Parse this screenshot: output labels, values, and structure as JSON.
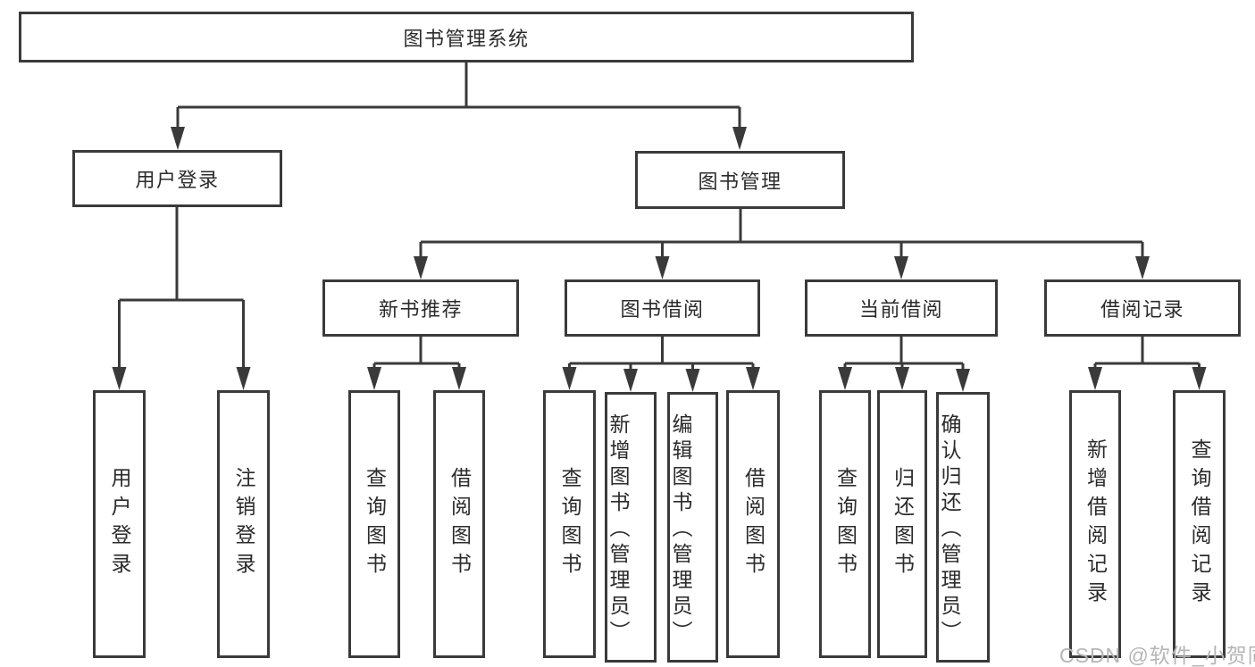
{
  "diagram": {
    "type": "hierarchy-tree",
    "orientation": "top-down",
    "line_color": "#3a3a3a",
    "text_color": "#2b2b2b",
    "background_color": "#ffffff"
  },
  "tree": {
    "label": "图书管理系统",
    "children": [
      {
        "label": "用户登录",
        "children": [
          {
            "label": "用户登录"
          },
          {
            "label": "注销登录"
          }
        ]
      },
      {
        "label": "图书管理",
        "children": [
          {
            "label": "新书推荐",
            "children": [
              {
                "label": "查询图书"
              },
              {
                "label": "借阅图书"
              }
            ]
          },
          {
            "label": "图书借阅",
            "children": [
              {
                "label": "查询图书"
              },
              {
                "label": "新增图书（管理员）"
              },
              {
                "label": "编辑图书（管理员）"
              },
              {
                "label": "借阅图书"
              }
            ]
          },
          {
            "label": "当前借阅",
            "children": [
              {
                "label": "查询图书"
              },
              {
                "label": "归还图书"
              },
              {
                "label": "确认归还（管理员）"
              }
            ]
          },
          {
            "label": "借阅记录",
            "children": [
              {
                "label": "新增借阅记录"
              },
              {
                "label": "查询借阅记录"
              }
            ]
          }
        ]
      }
    ]
  },
  "watermark": {
    "text": "CSDN @软件_小贺同学",
    "color": "#b5b5b5"
  }
}
